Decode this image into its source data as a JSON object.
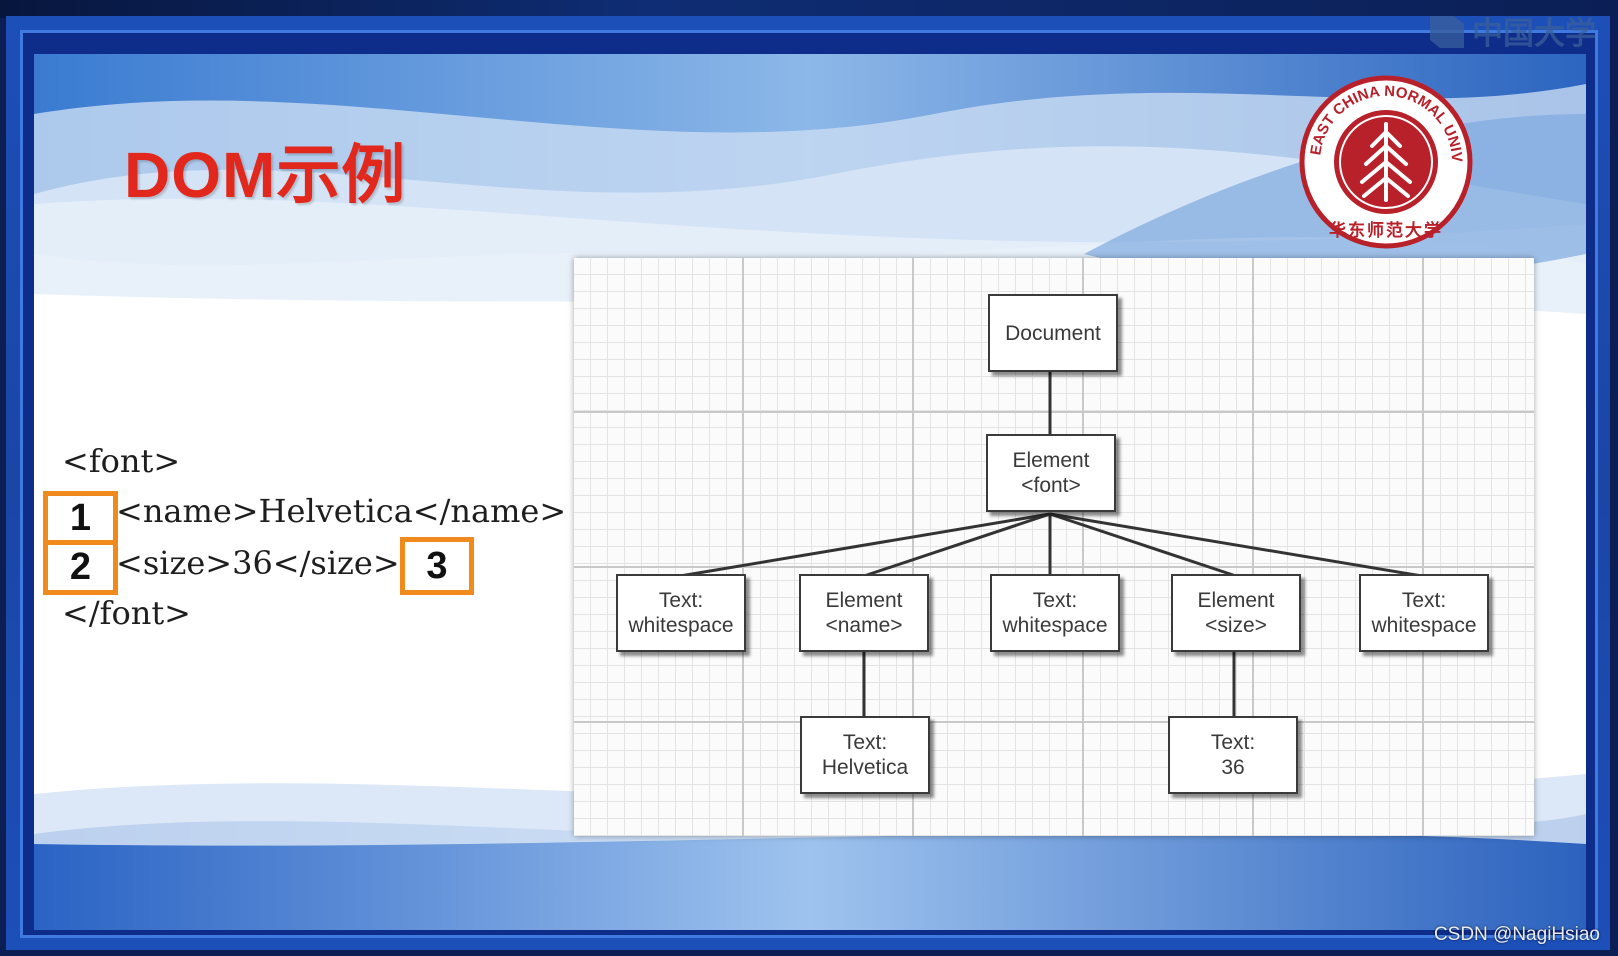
{
  "slide": {
    "title": "DOM示例",
    "code_lines": [
      "<font>",
      "<name>Helvetica</name>",
      "<size>36</size>",
      "</font>"
    ],
    "markers": [
      "1",
      "2",
      "3"
    ],
    "marker_color": "#f08a1c",
    "title_color": "#e2271c"
  },
  "seal": {
    "text_en": "EAST CHINA NORMAL UNIVERSITY",
    "text_cn": "华东师范大学",
    "color": "#b8212a"
  },
  "brand_watermark": "中国大学",
  "tree": {
    "document": {
      "line1": "Document",
      "line2": ""
    },
    "font_element": {
      "line1": "Element",
      "line2": "<font>"
    },
    "children": [
      {
        "line1": "Text:",
        "line2": "whitespace"
      },
      {
        "line1": "Element",
        "line2": "<name>"
      },
      {
        "line1": "Text:",
        "line2": "whitespace"
      },
      {
        "line1": "Element",
        "line2": "<size>"
      },
      {
        "line1": "Text:",
        "line2": "whitespace"
      }
    ],
    "leaf_helvetica": {
      "line1": "Text:",
      "line2": "Helvetica"
    },
    "leaf_36": {
      "line1": "Text:",
      "line2": "36"
    }
  },
  "watermark": "CSDN @NagiHsiao"
}
